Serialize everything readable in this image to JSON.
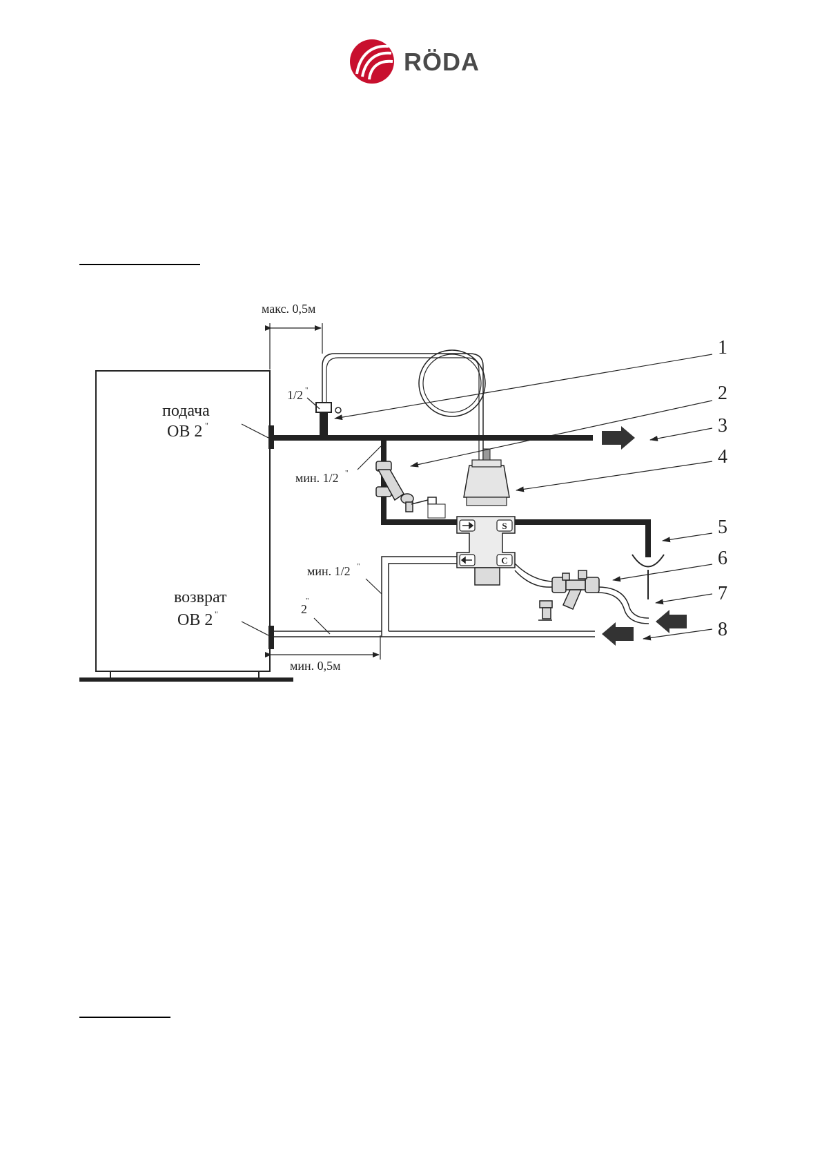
{
  "brand": {
    "name": "RÖDA",
    "accent": "#c8102e"
  },
  "diagram": {
    "labels": {
      "max_dist": "макс. 0,5м",
      "supply_title": "подача",
      "supply_size": "ОВ 2",
      "return_title": "возврат",
      "return_size": "ОВ 2",
      "half_inch": "1/2",
      "min_half_1": "мин. 1/2",
      "min_half_2": "мин. 1/2",
      "two_inch": "2",
      "min_dist": "мин. 0,5м",
      "inch_mark": "\""
    },
    "callouts": [
      "1",
      "2",
      "3",
      "4",
      "5",
      "6",
      "7",
      "8"
    ],
    "valve_ports": {
      "hot": "S",
      "cold": "C"
    }
  }
}
